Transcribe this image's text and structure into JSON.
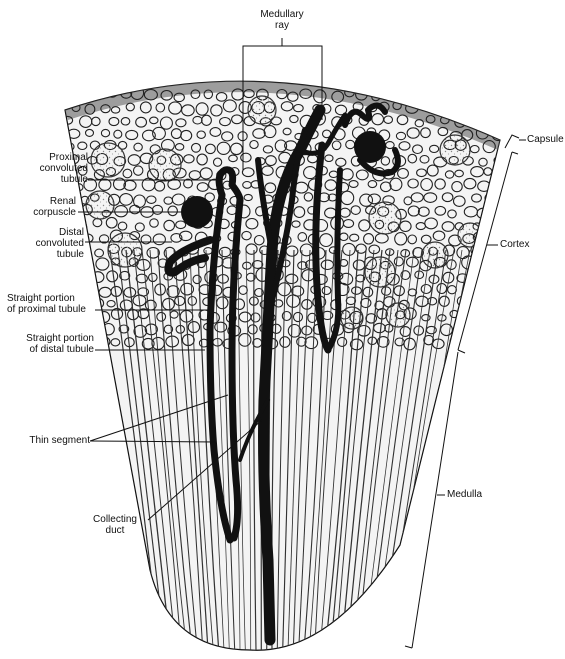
{
  "diagram": {
    "labels": {
      "medullary_ray": "Medullary\nray",
      "proximal_convoluted_tubule": "Proximal\nconvoluted\ntubule",
      "renal_corpuscle": "Renal\ncorpuscle",
      "distal_convoluted_tubule": "Distal\nconvoluted\ntubule",
      "straight_proximal": "Straight portion\nof proximal tubule",
      "straight_distal": "Straight portion\nof distal tubule",
      "thin_segment": "Thin segment",
      "collecting_duct": "Collecting\nduct",
      "capsule": "Capsule",
      "cortex": "Cortex",
      "medulla": "Medulla"
    },
    "colors": {
      "ink": "#111111",
      "stipple": "#9a9a9a",
      "background": "#ffffff"
    }
  }
}
